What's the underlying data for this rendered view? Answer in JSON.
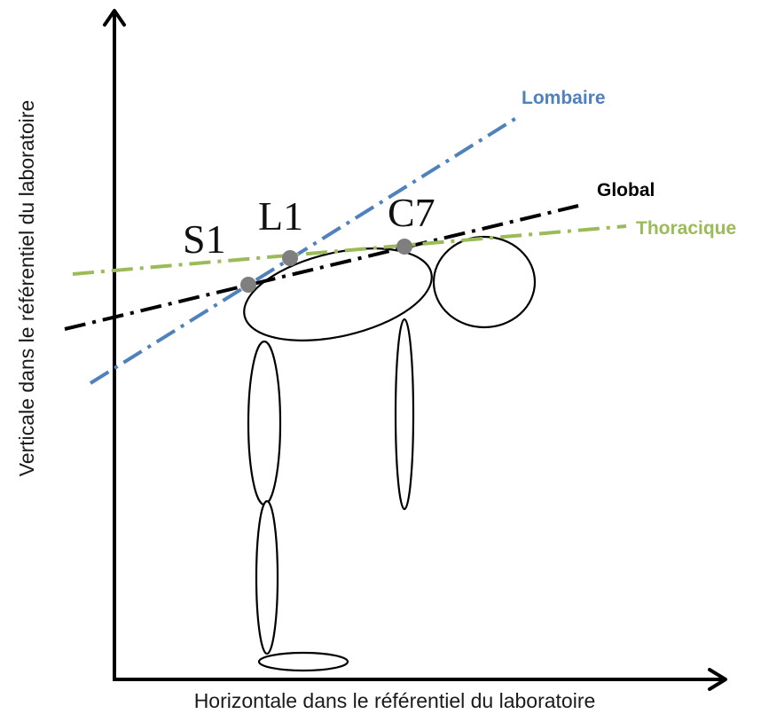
{
  "axes": {
    "x_label": "Horizontale dans le référentiel du laboratoire",
    "y_label": "Verticale dans le référentiel du laboratoire"
  },
  "points": [
    {
      "label": "S1"
    },
    {
      "label": "L1"
    },
    {
      "label": "C7"
    }
  ],
  "lines": {
    "lombaire": {
      "label": "Lombaire",
      "color": "#4f81bd"
    },
    "global": {
      "label": "Global",
      "color": "#000000"
    },
    "thoracique": {
      "label": "Thoracique",
      "color": "#9bbb59"
    }
  },
  "marker_color": "#7f7f7f"
}
